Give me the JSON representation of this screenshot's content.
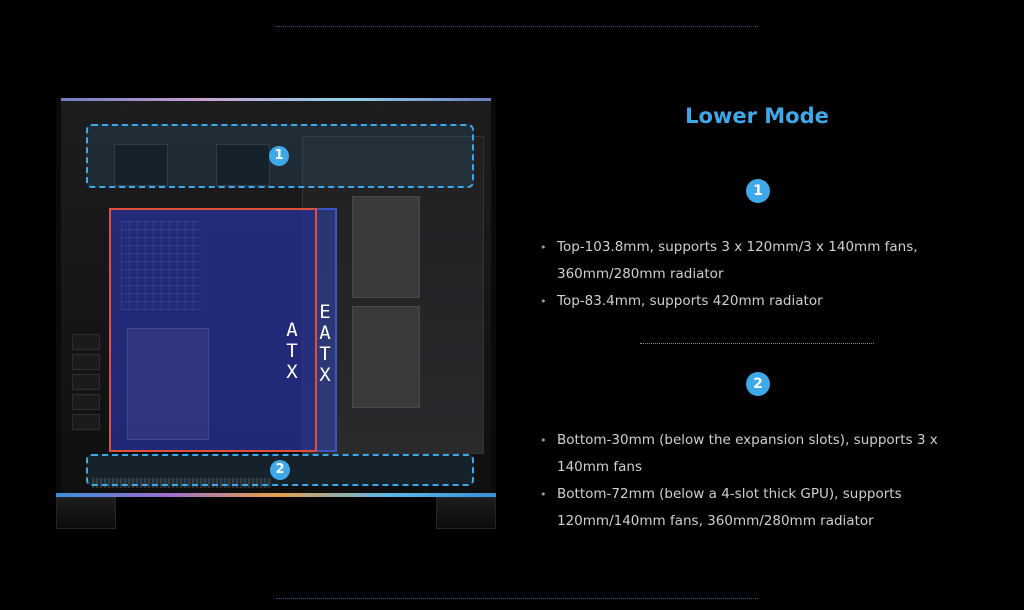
{
  "title": "Lower Mode",
  "accent_color": "#3EA8E8",
  "image": {
    "board_labels": {
      "atx": "ATX",
      "eatx": "E\nATX"
    },
    "zone_badges": [
      "1",
      "2"
    ]
  },
  "sections": [
    {
      "number": "1",
      "bullets": [
        "Top-103.8mm, supports 3 x 120mm/3 x 140mm fans, 360mm/280mm radiator",
        "Top-83.4mm, supports 420mm radiator"
      ]
    },
    {
      "number": "2",
      "bullets": [
        "Bottom-30mm (below the expansion slots), supports 3 x 140mm fans",
        "Bottom-72mm (below a 4-slot thick GPU), supports 120mm/140mm fans, 360mm/280mm radiator"
      ]
    }
  ]
}
